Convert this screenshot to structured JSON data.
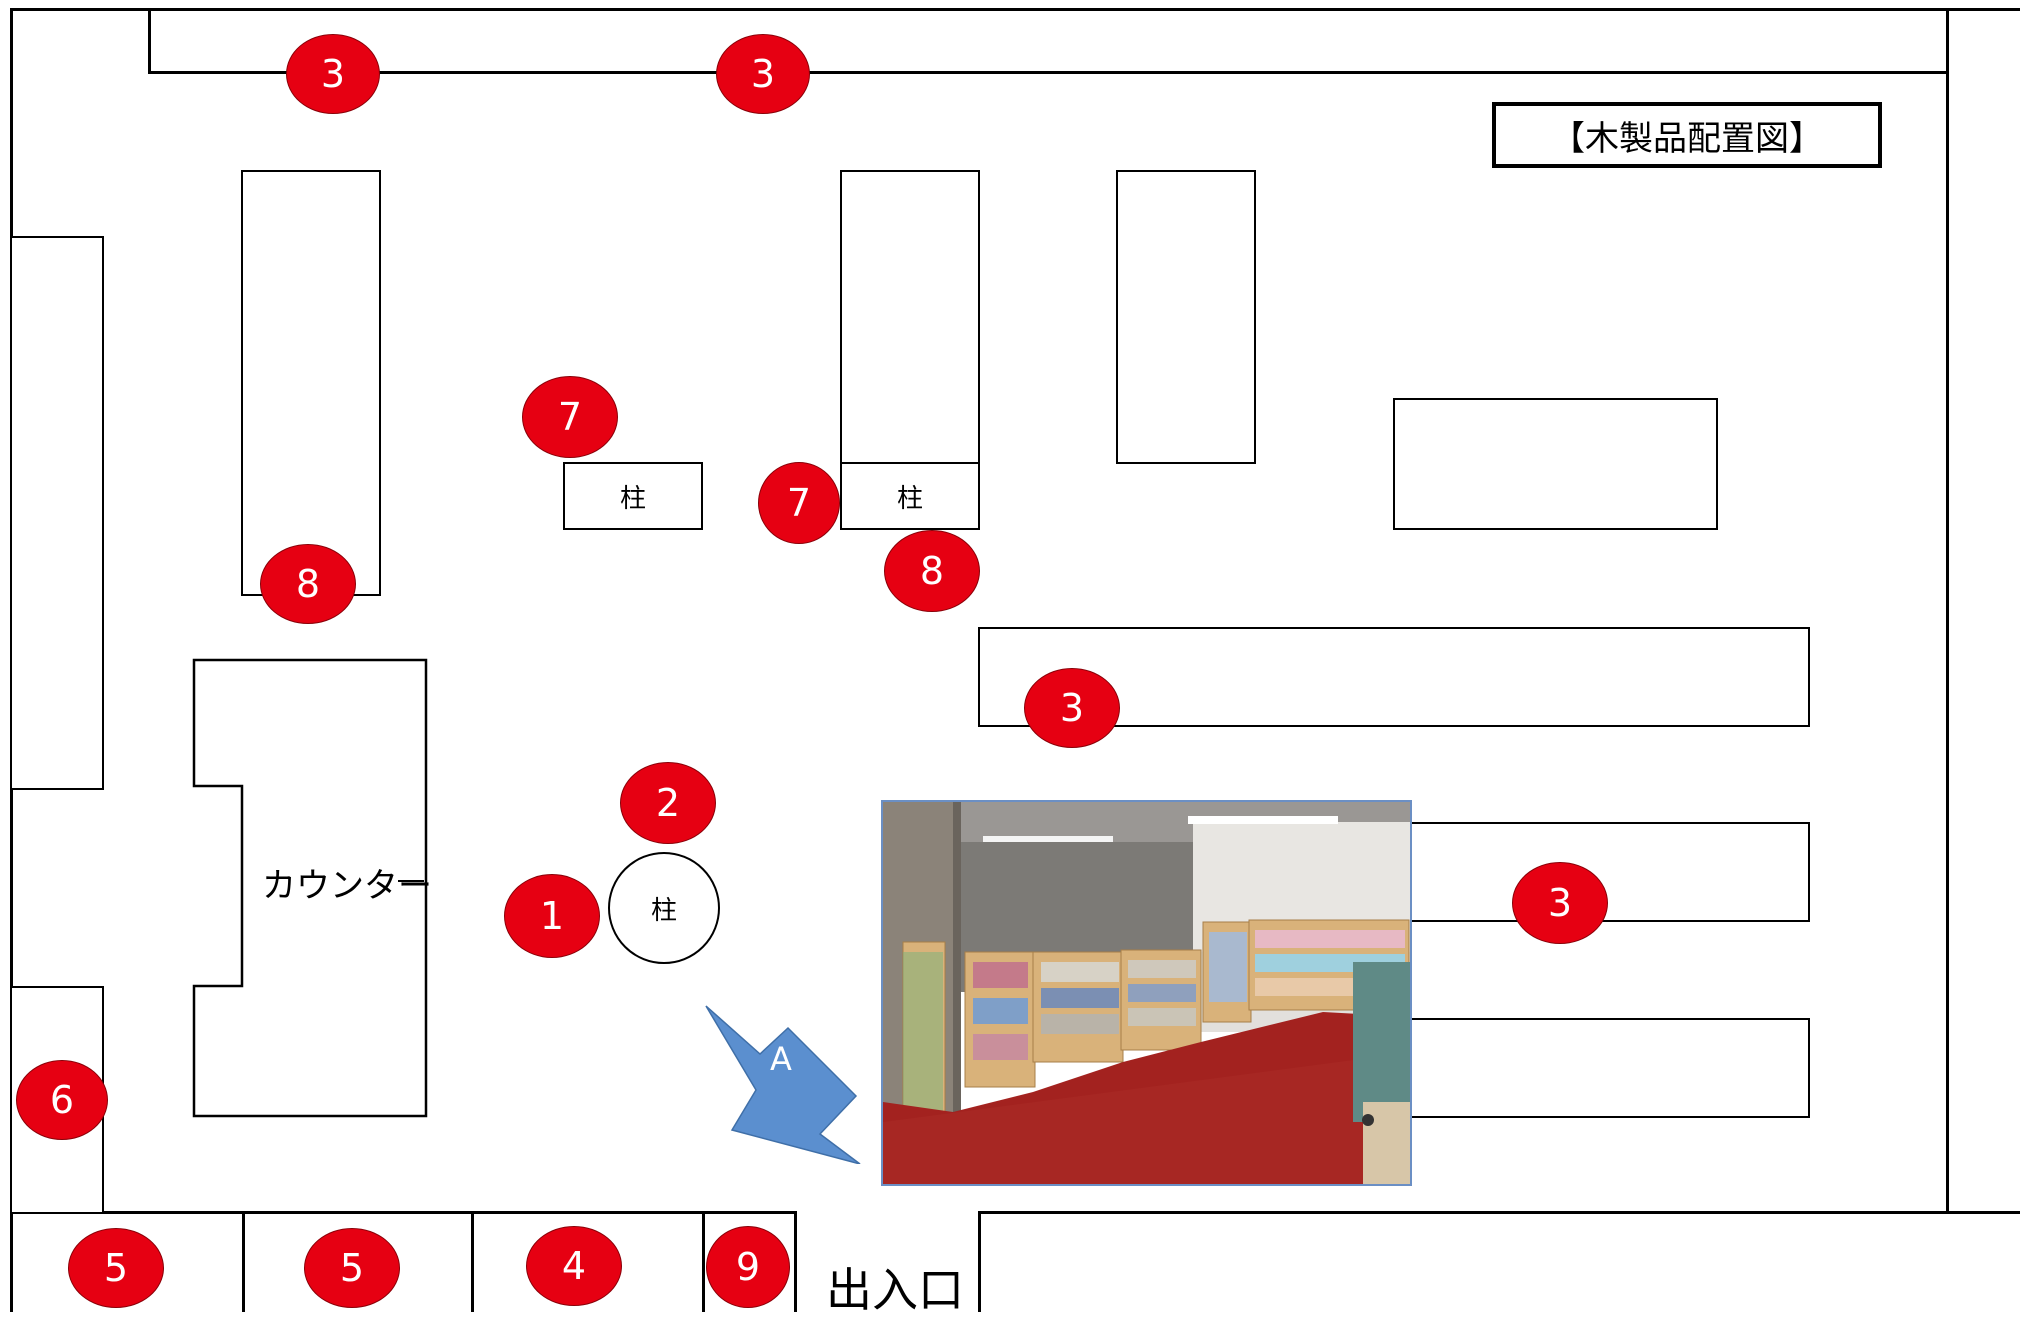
{
  "title": "【木製品配置図】",
  "labels": {
    "counter": "カウンター",
    "pillar": "柱",
    "entrance": "出入口",
    "photo_direction": "A"
  },
  "markers": {
    "m3_top_left": "3",
    "m3_top_mid": "3",
    "m3_mid_shelf": "3",
    "m3_right_shelf": "3",
    "m7_left": "7",
    "m7_right": "7",
    "m8_left": "8",
    "m8_right": "8",
    "m2": "2",
    "m1": "1",
    "m6": "6",
    "m5_a": "5",
    "m5_b": "5",
    "m4": "4",
    "m9": "9"
  },
  "colors": {
    "marker": "#e60012",
    "marker_text": "#ffffff",
    "arrow": "#5b8fcf",
    "carpet": "#a3221f",
    "shelf_wood": "#d9b27a"
  }
}
